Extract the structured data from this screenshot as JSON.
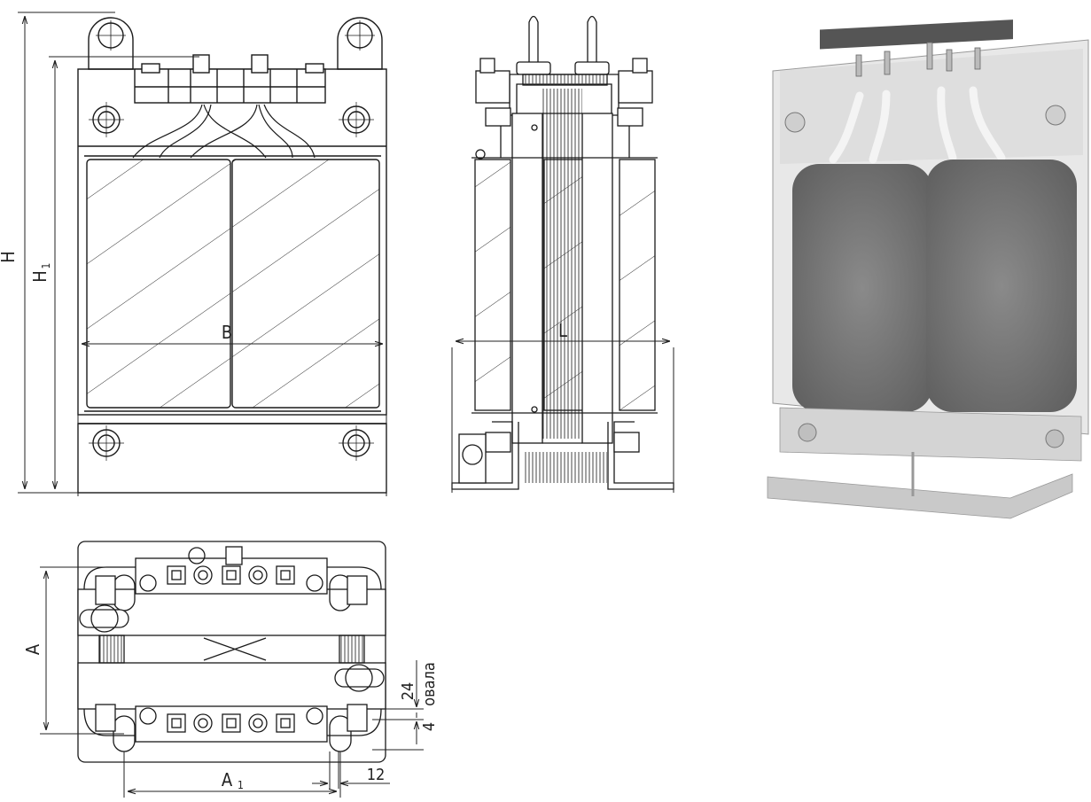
{
  "dimensions": {
    "H": "H",
    "H1": "H",
    "H1_sub": "1",
    "B": "B",
    "L": "L",
    "A": "A",
    "A1": "A",
    "A1_sub": "1",
    "dim_24": "24",
    "dim_4": "4",
    "oval_label": "овала",
    "dim_12": "12"
  },
  "colors": {
    "line": "#1a1a1a",
    "coil_photo": "#7d7d7d",
    "metal_photo": "#d9d9d9"
  }
}
